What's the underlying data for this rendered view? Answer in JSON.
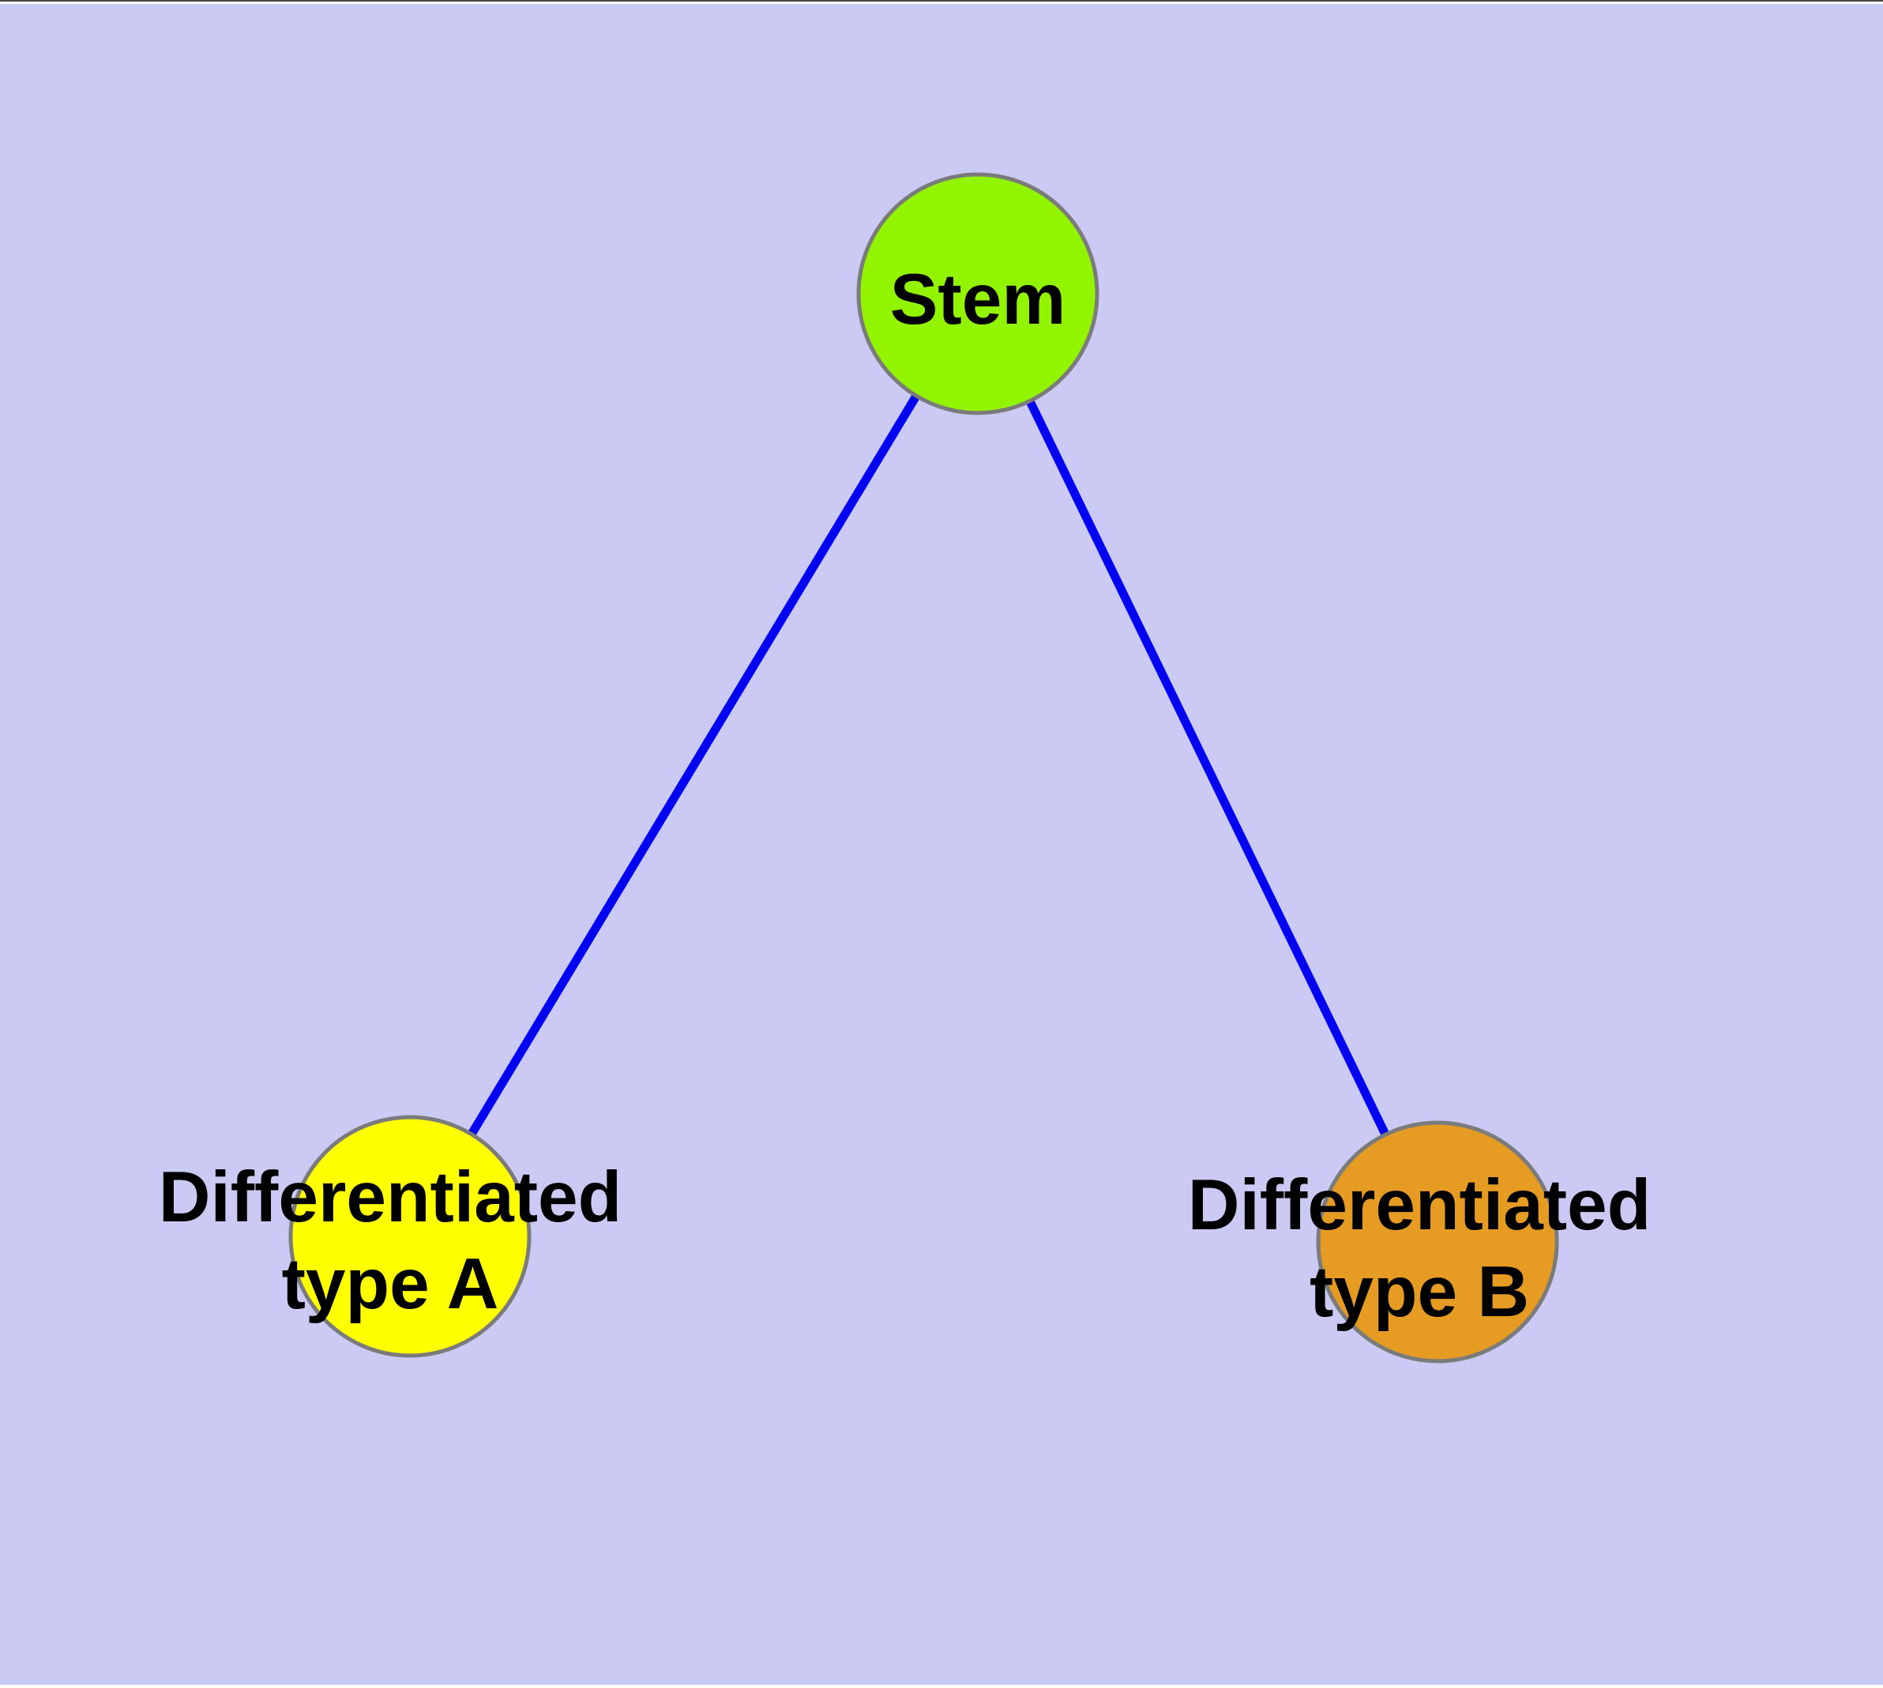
{
  "diagram": {
    "background_color": "#cacaf5",
    "node_border_color": "#7b7b7b",
    "edge_color": "#0202f2",
    "frame": {
      "top_line_color": "#4a4a4a",
      "top_strip_color": "#ffffff",
      "bottom_strip_color": "#ffffff"
    },
    "nodes": [
      {
        "id": "stem",
        "label": "Stem",
        "fill": "#93f400"
      },
      {
        "id": "differentiated-type-a",
        "label": "Differentiated type A",
        "label_line1": "Differentiated",
        "label_line2": "type A",
        "fill": "#ffff00"
      },
      {
        "id": "differentiated-type-b",
        "label": "Differentiated type B",
        "label_line1": "Differentiated",
        "label_line2": "type B",
        "fill": "#e69b23"
      }
    ],
    "edges": [
      {
        "from": "Stem",
        "to": "Differentiated type A"
      },
      {
        "from": "Stem",
        "to": "Differentiated type B"
      }
    ]
  }
}
